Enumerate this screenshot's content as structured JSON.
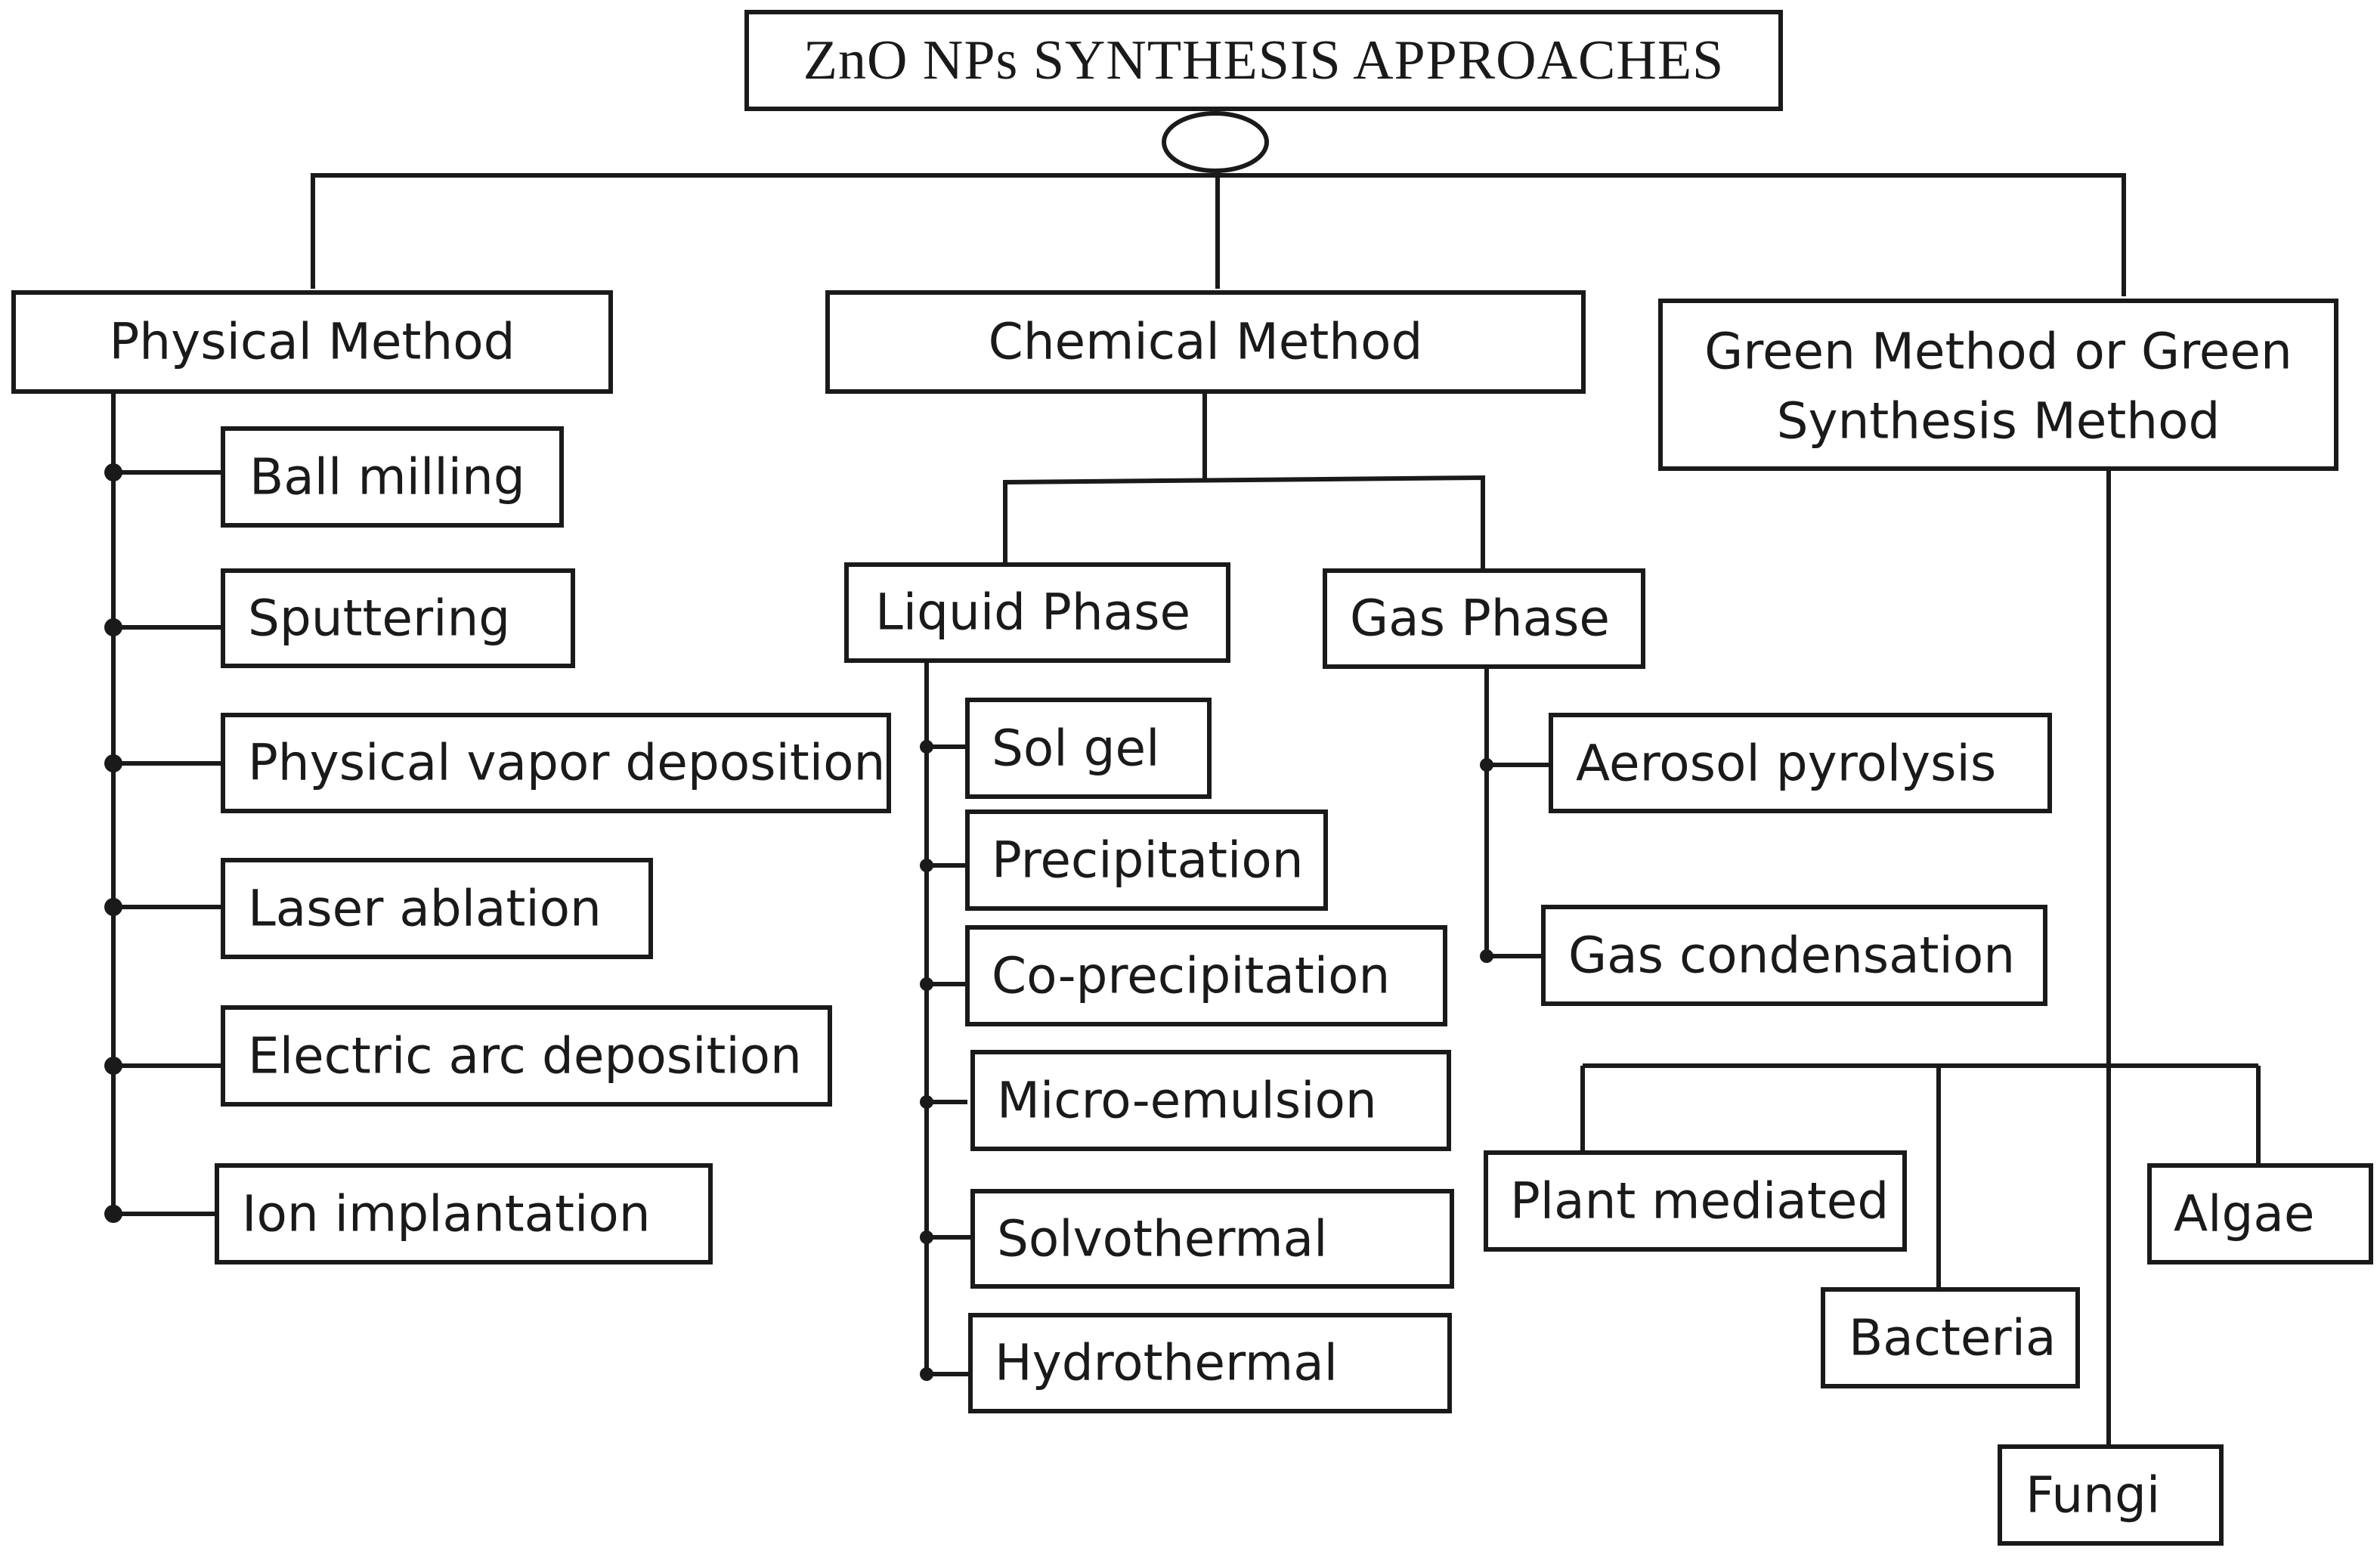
{
  "root": {
    "label": "ZnO NPs SYNTHESIS APPROACHES"
  },
  "physical": {
    "label": "Physical Method",
    "items": [
      "Ball milling",
      "Sputtering",
      "Physical vapor deposition",
      "Laser ablation",
      "Electric arc deposition",
      "Ion implantation"
    ]
  },
  "chemical": {
    "label": "Chemical Method",
    "liquid": {
      "label": "Liquid Phase",
      "items": [
        "Sol gel",
        "Precipitation",
        "Co-precipitation",
        "Micro-emulsion",
        "Solvothermal",
        "Hydrothermal"
      ]
    },
    "gas": {
      "label": "Gas Phase",
      "items": [
        "Aerosol pyrolysis",
        "Gas condensation"
      ]
    }
  },
  "green": {
    "label_line1": "Green Method or Green",
    "label_line2": "Synthesis Method",
    "items": [
      "Plant mediated",
      "Bacteria",
      "Algae",
      "Fungi"
    ]
  }
}
